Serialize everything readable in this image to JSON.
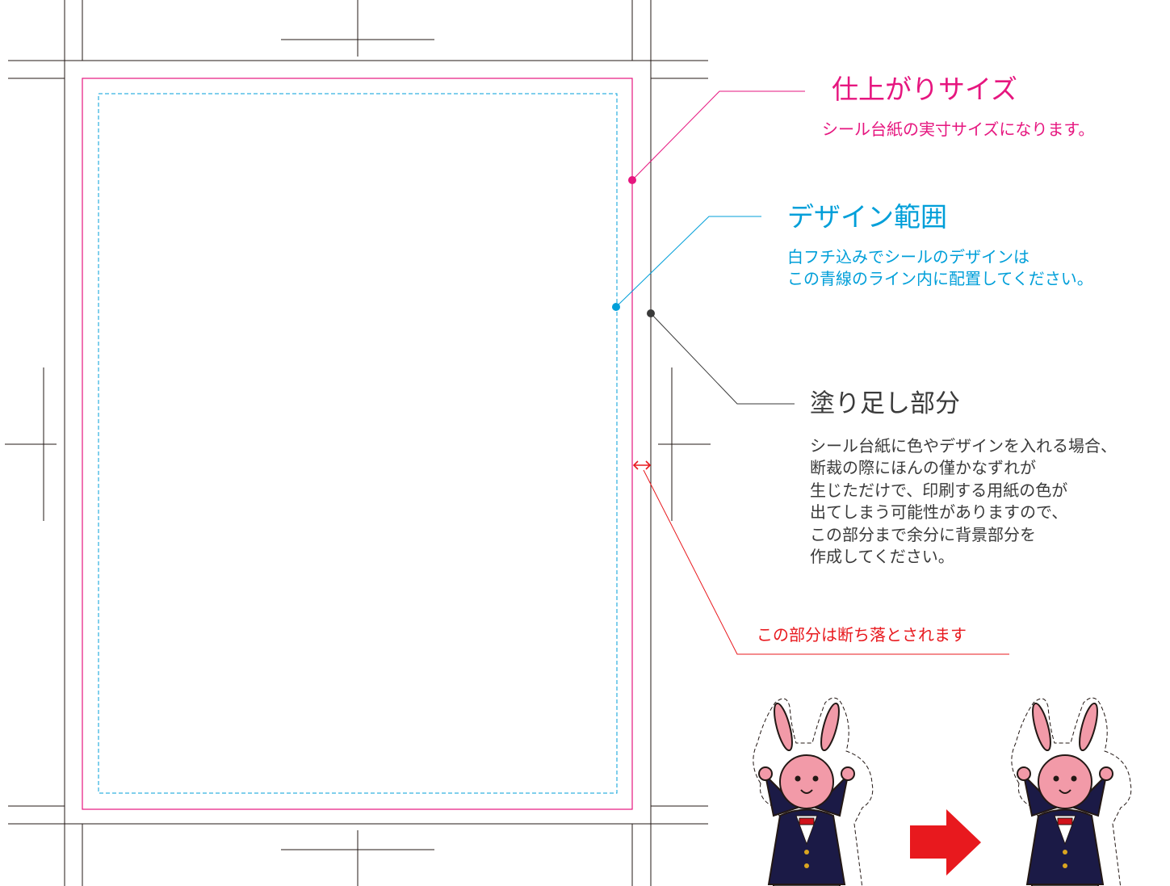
{
  "colors": {
    "trim": "#e6167f",
    "design": "#009fd9",
    "bleed": "#3a3a3a",
    "cut": "#e8191e",
    "arrow": "#e8191e",
    "crop_marks": "#231815"
  },
  "callouts": {
    "trim_size": {
      "title": "仕上がりサイズ",
      "description": "シール台紙の実寸サイズになります。"
    },
    "design_area": {
      "title": "デザイン範囲",
      "description_lines": [
        "白フチ込みでシールのデザインは",
        "この青線のライン内に配置してください。"
      ]
    },
    "bleed": {
      "title": "塗り足し部分",
      "description_lines": [
        "シール台紙に色やデザインを入れる場合、",
        "断裁の際にほんの僅かなずれが",
        "生じただけで、印刷する用紙の色が",
        "出てしまう可能性がありますので、",
        "この部分まで余分に背景部分を",
        "作成してください。"
      ]
    },
    "cut_off": {
      "text": "この部分は断ち落とされます"
    }
  },
  "illustration": {
    "character": "pink-rabbit-in-navy-jacket-with-red-bowtie",
    "cut_line": "dashed",
    "arrow_icon": "right-arrow-icon"
  }
}
